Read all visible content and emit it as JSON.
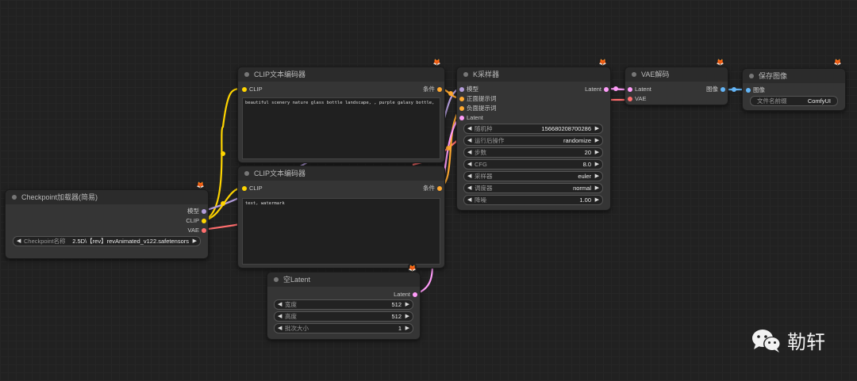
{
  "colors": {
    "clip": "#ffd500",
    "model": "#b39ddb",
    "vae": "#ff6e6e",
    "conditioning": "#ffa931",
    "latent": "#ff9cf9",
    "image": "#64b5f6"
  },
  "checkpoint": {
    "title": "Checkpoint加载器(简易)",
    "out_model": "模型",
    "out_clip": "CLIP",
    "out_vae": "VAE",
    "ckpt_label": "Checkpoint名称",
    "ckpt_value": "2.5D\\【rev】revAnimated_v122.safetensors"
  },
  "clip_pos": {
    "title": "CLIP文本编码器",
    "in_clip": "CLIP",
    "out_cond": "条件",
    "text": "beautiful scenery nature glass bottle landscape, , purple galaxy bottle,"
  },
  "clip_neg": {
    "title": "CLIP文本编码器",
    "in_clip": "CLIP",
    "out_cond": "条件",
    "text": "text, watermark"
  },
  "ksampler": {
    "title": "K采样器",
    "in_model": "模型",
    "in_positive": "正面提示词",
    "in_negative": "负面提示词",
    "in_latent": "Latent",
    "out_latent": "Latent",
    "widgets": [
      {
        "label": "随机种",
        "value": "156680208700286"
      },
      {
        "label": "运行后操作",
        "value": "randomize"
      },
      {
        "label": "步数",
        "value": "20"
      },
      {
        "label": "CFG",
        "value": "8.0"
      },
      {
        "label": "采样器",
        "value": "euler"
      },
      {
        "label": "调度器",
        "value": "normal"
      },
      {
        "label": "降噪",
        "value": "1.00"
      }
    ]
  },
  "vae_decode": {
    "title": "VAE解码",
    "in_latent": "Latent",
    "in_vae": "VAE",
    "out_image": "图像"
  },
  "save_image": {
    "title": "保存图像",
    "in_image": "图像",
    "prefix_label": "文件名前缀",
    "prefix_value": "ComfyUI"
  },
  "empty_latent": {
    "title": "空Latent",
    "out_latent": "Latent",
    "widgets": [
      {
        "label": "宽度",
        "value": "512"
      },
      {
        "label": "高度",
        "value": "512"
      },
      {
        "label": "批次大小",
        "value": "1"
      }
    ]
  },
  "watermark": {
    "text": "勒轩",
    "icon": "wechat-icon"
  }
}
